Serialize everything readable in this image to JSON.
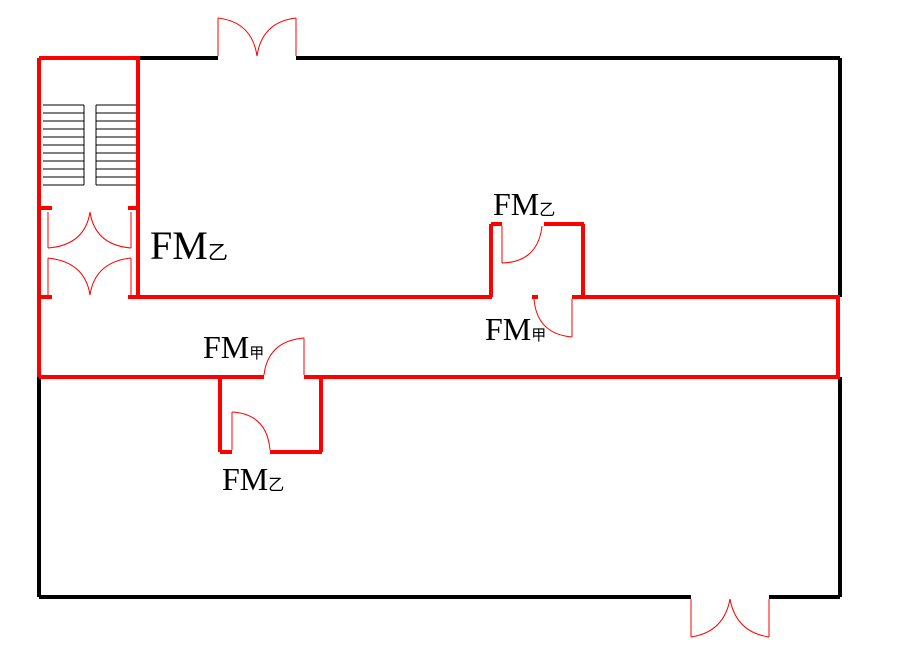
{
  "colors": {
    "wall": "#000000",
    "fire_wall": "#ff0000",
    "door": "#ff0000",
    "background": "#ffffff"
  },
  "labels": {
    "stair_door": {
      "main": "FM",
      "sub": "乙"
    },
    "upper_room_door": {
      "main": "FM",
      "sub": "乙"
    },
    "corridor_door_right": {
      "main": "FM",
      "sub": "甲"
    },
    "corridor_door_left": {
      "main": "FM",
      "sub": "甲"
    },
    "lower_room_door": {
      "main": "FM",
      "sub": "乙"
    }
  }
}
